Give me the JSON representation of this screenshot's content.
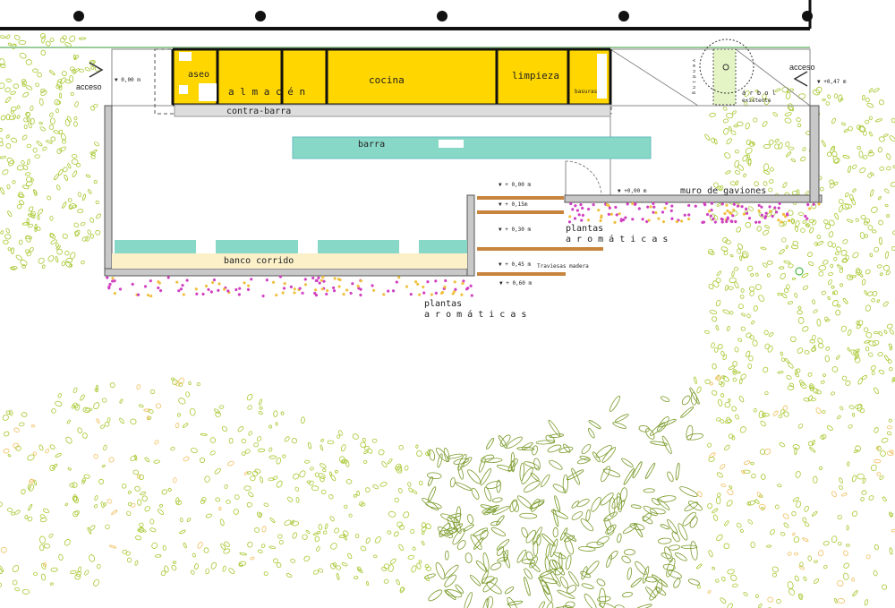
{
  "colors": {
    "building": "#ffd600",
    "barra": "#88d8c8",
    "bench": "#fbf0c8",
    "gabion": "#bbbbbb",
    "steps": "#c8843c",
    "vegetation": "#a8c832",
    "flowers": "#d040c0",
    "flowers_secondary": "#f0c040"
  },
  "rooms": {
    "aseo": "aseo",
    "almacen": "a l m a c é n",
    "cocina": "cocina",
    "limpieza": "limpieza",
    "basuras": "basuras"
  },
  "labels": {
    "contra_barra": "contra-barra",
    "barra": "barra",
    "banco_corrido": "banco corrido",
    "muro": "muro de gaviones",
    "plantas_1": "plantas",
    "aromaticas_1": "a r o m á t i c a s",
    "plantas_2": "plantas",
    "aromaticas_2": "a r o m á t i c a s",
    "acceso_left": "acceso",
    "acceso_right": "acceso",
    "arbol": "á r b o l",
    "existente": "existente",
    "traviesas": "Traviesas madera",
    "vertical_text": "v e n d i n g"
  },
  "levels": {
    "left_access": "▼ 0,00 m",
    "right_access": "▼ +0,47 m",
    "step0": "▼ + 0,00 m",
    "step1": "▼ + 0,15m",
    "step2": "▼ + 0,30 m",
    "step3": "▼ + 0,45 m",
    "step4": "▼ + 0,60 m",
    "muro": "▼ +0,00 m"
  }
}
